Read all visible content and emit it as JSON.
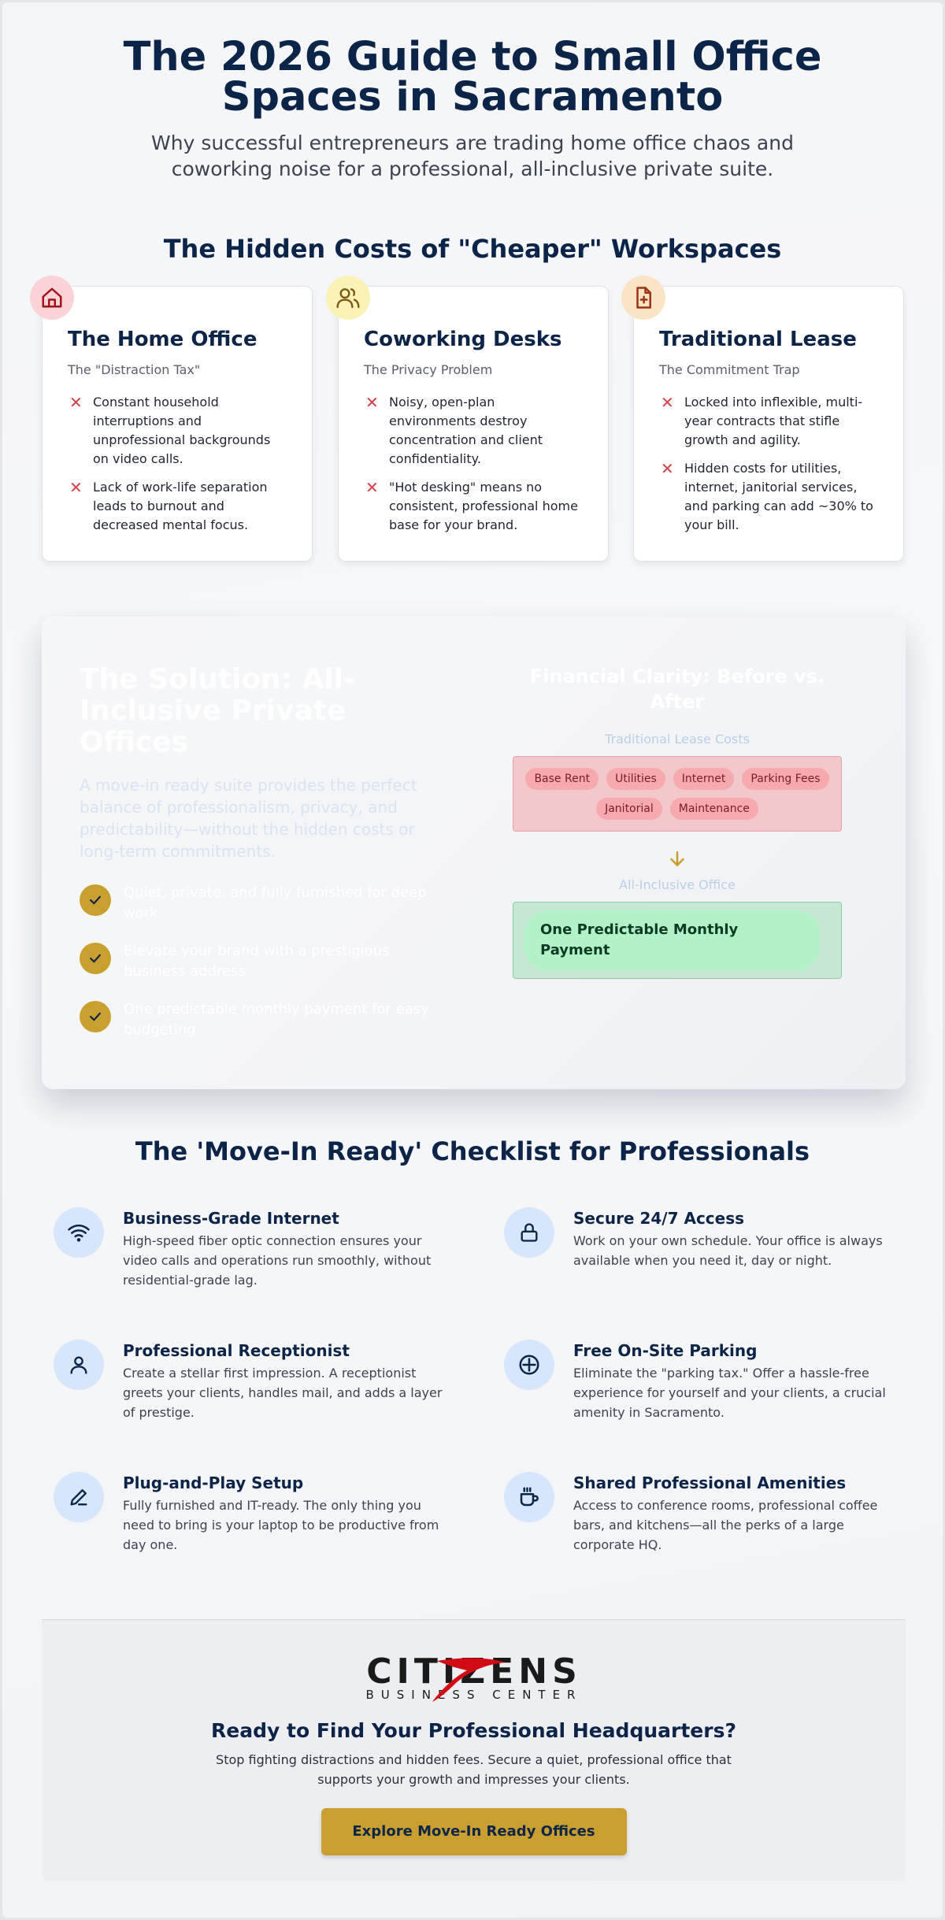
{
  "hero": {
    "title": "The 2026 Guide to Small Office Spaces in Sacramento",
    "subtitle": "Why successful entrepreneurs are trading home office chaos and coworking noise for a professional, all-inclusive private suite."
  },
  "hidden_costs": {
    "title": "The Hidden Costs of \"Cheaper\" Workspaces",
    "cards": [
      {
        "icon": "home-icon",
        "icon_color": "#a4121c",
        "icon_bg": "#f9d3d6",
        "title": "The Home Office",
        "tag": "The \"Distraction Tax\"",
        "points": [
          "Constant household interruptions and unprofessional backgrounds on video calls.",
          "Lack of work-life separation leads to burnout and decreased mental focus."
        ]
      },
      {
        "icon": "users-icon",
        "icon_color": "#7a5a12",
        "icon_bg": "#fbf2b8",
        "title": "Coworking Desks",
        "tag": "The Privacy Problem",
        "points": [
          "Noisy, open-plan environments destroy concentration and client confidentiality.",
          "\"Hot desking\" means no consistent, professional home base for your brand."
        ]
      },
      {
        "icon": "contract-icon",
        "icon_color": "#9a3412",
        "icon_bg": "#fbe3c6",
        "title": "Traditional Lease",
        "tag": "The Commitment Trap",
        "points": [
          "Locked into inflexible, multi-year contracts that stifle growth and agility.",
          "Hidden costs for utilities, internet, janitorial services, and parking can add ~30% to your bill."
        ]
      }
    ]
  },
  "solution": {
    "title": "The Solution: All-Inclusive Private Offices",
    "lead": "A move-in ready suite provides the perfect balance of professionalism, privacy, and predictability—without the hidden costs or long-term commitments.",
    "bullets": [
      "Quiet, private, and fully furnished for deep work",
      "Elevate your brand with a prestigious business address",
      "One predictable monthly payment for easy budgeting"
    ],
    "clarity_title": "Financial Clarity: Before vs. After",
    "before_label": "Traditional Lease Costs",
    "before_items": [
      "Base Rent",
      "Utilities",
      "Internet",
      "Parking Fees",
      "Janitorial",
      "Maintenance"
    ],
    "after_label": "All-Inclusive Office",
    "after_item": "One Predictable Monthly Payment"
  },
  "checklist": {
    "title": "The 'Move-In Ready' Checklist for Professionals",
    "items": [
      {
        "icon": "wifi-icon",
        "title": "Business-Grade Internet",
        "text": "High-speed fiber optic connection ensures your video calls and operations run smoothly, without residential-grade lag."
      },
      {
        "icon": "lock-icon",
        "title": "Secure 24/7 Access",
        "text": "Work on your own schedule. Your office is always available when you need it, day or night."
      },
      {
        "icon": "user-icon",
        "title": "Professional Receptionist",
        "text": "Create a stellar first impression. A receptionist greets your clients, handles mail, and adds a layer of prestige."
      },
      {
        "icon": "parking-icon",
        "title": "Free On-Site Parking",
        "text": "Eliminate the \"parking tax.\" Offer a hassle-free experience for yourself and your clients, a crucial amenity in Sacramento."
      },
      {
        "icon": "pen-icon",
        "title": "Plug-and-Play Setup",
        "text": "Fully furnished and IT-ready. The only thing you need to bring is your laptop to be productive from day one."
      },
      {
        "icon": "coffee-icon",
        "title": "Shared Professional Amenities",
        "text": "Access to conference rooms, professional coffee bars, and kitchens—all the perks of a large corporate HQ."
      }
    ]
  },
  "cta": {
    "logo_main": "CITIZENS",
    "logo_sub": "BUSINESS CENTER",
    "title": "Ready to Find Your Professional Headquarters?",
    "text": "Stop fighting distractions and hidden fees. Secure a quiet, professional office that supports your growth and impresses your clients.",
    "button": "Explore Move-In Ready Offices"
  },
  "colors": {
    "navy": "#0b2447",
    "gold": "#c9a030",
    "danger": "#d2404a",
    "icon_bg_blue": "#d7e6fb"
  }
}
